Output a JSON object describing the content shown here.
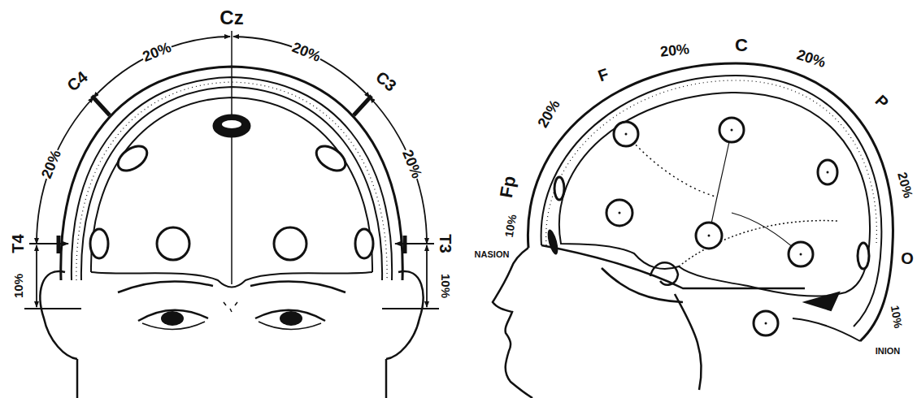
{
  "diagram": {
    "labels": [
      "Cz",
      "20%",
      "20%",
      "C4",
      "C3",
      "20%",
      "20%",
      "T4",
      "T3",
      "10%",
      "10%",
      "F",
      "20%",
      "C",
      "20%",
      "P",
      "20%",
      "20%",
      "Fp",
      "10%",
      "NASION",
      "O",
      "10%",
      "INION"
    ]
  }
}
